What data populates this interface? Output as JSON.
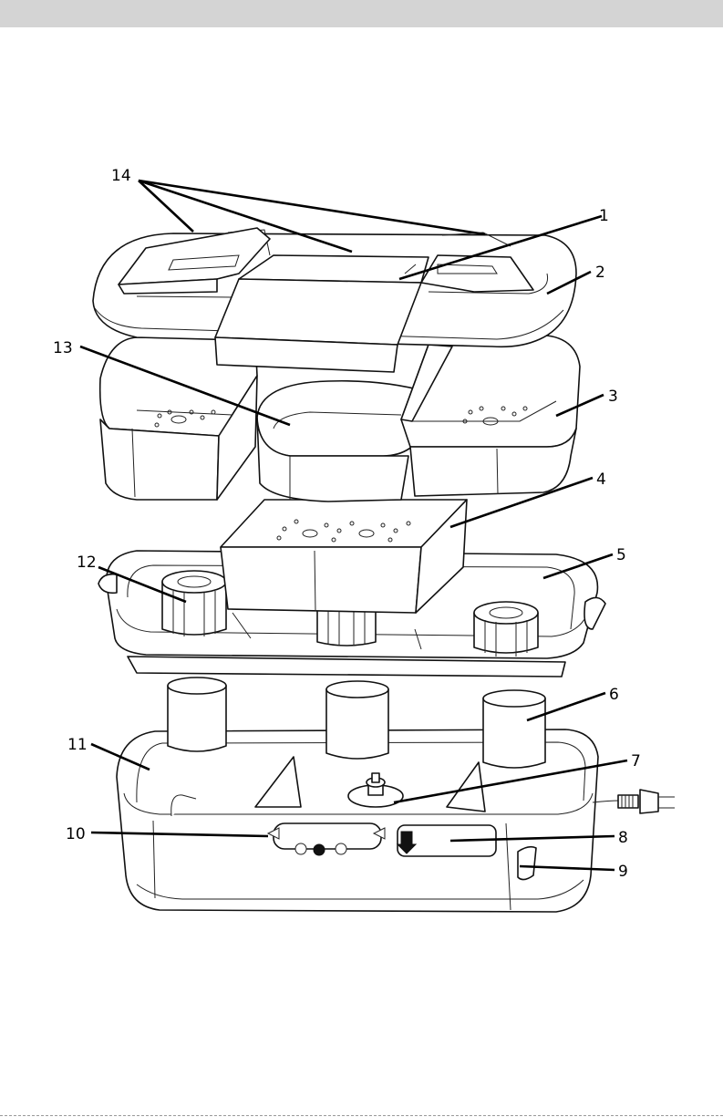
{
  "labels": [
    {
      "id": "14",
      "text": "14"
    },
    {
      "id": "1",
      "text": "1"
    },
    {
      "id": "2",
      "text": "2"
    },
    {
      "id": "13",
      "text": "13"
    },
    {
      "id": "3",
      "text": "3"
    },
    {
      "id": "4",
      "text": "4"
    },
    {
      "id": "12",
      "text": "12"
    },
    {
      "id": "5",
      "text": "5"
    },
    {
      "id": "6",
      "text": "6"
    },
    {
      "id": "11",
      "text": "11"
    },
    {
      "id": "7",
      "text": "7"
    },
    {
      "id": "10",
      "text": "10"
    },
    {
      "id": "8",
      "text": "8"
    },
    {
      "id": "9",
      "text": "9"
    }
  ],
  "colors": {
    "header_bar": "#d4d4d4",
    "line": "#000000",
    "fill": "#ffffff"
  }
}
